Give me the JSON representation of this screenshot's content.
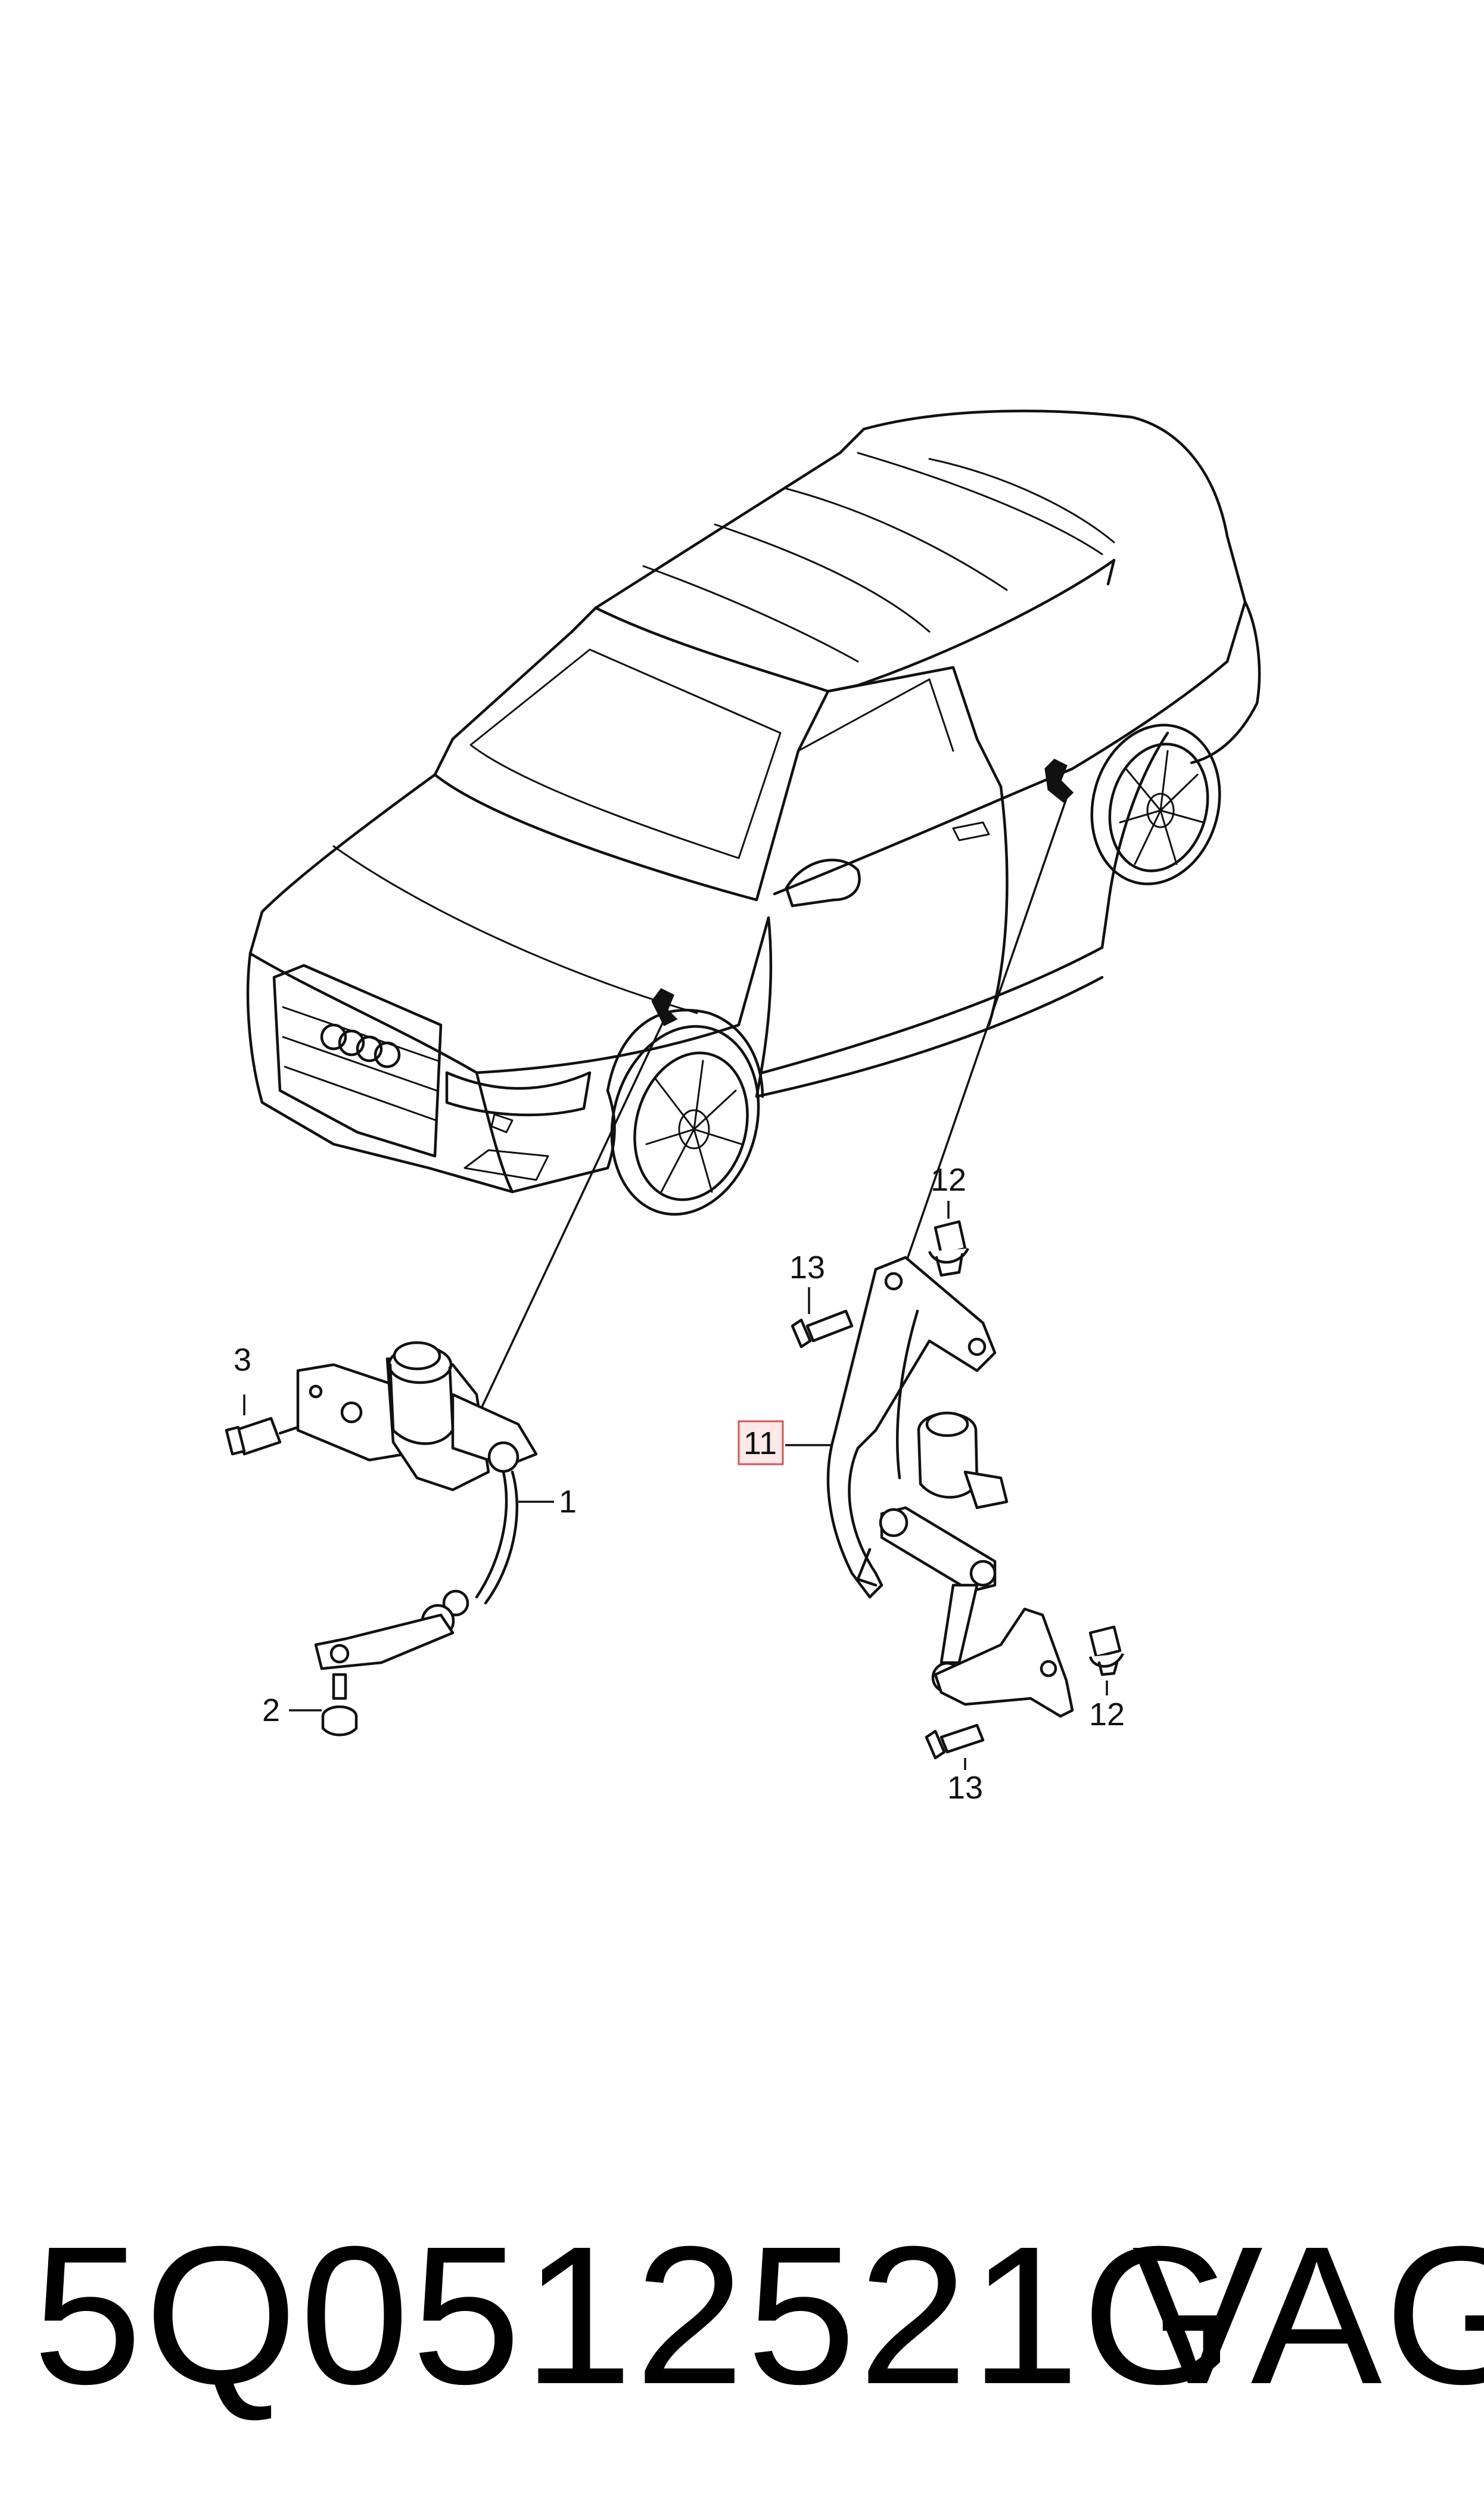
{
  "callouts": {
    "c1": "1",
    "c2": "2",
    "c3": "3",
    "c11": "11",
    "c12a": "12",
    "c12b": "12",
    "c13a": "13",
    "c13b": "13"
  },
  "footer": {
    "part_number": "5Q0512521G",
    "brand": "VAG"
  },
  "colors": {
    "line": "#111111",
    "highlight_border": "#d9534f",
    "highlight_fill": "#fde9ea"
  },
  "icons": [
    "car-outline",
    "front-sensor-icon",
    "rear-sensor-icon",
    "bolt-icon",
    "nut-icon",
    "plug-clip-icon"
  ]
}
